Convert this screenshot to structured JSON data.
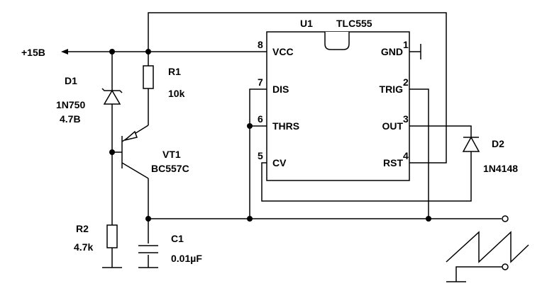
{
  "supply": {
    "label": "+15В"
  },
  "ic": {
    "ref": "U1",
    "part": "TLC555",
    "pins": [
      {
        "num": "8",
        "name": "VCC"
      },
      {
        "num": "7",
        "name": "DIS"
      },
      {
        "num": "6",
        "name": "THRS"
      },
      {
        "num": "5",
        "name": "CV"
      },
      {
        "num": "1",
        "name": "GND"
      },
      {
        "num": "2",
        "name": "TRIG"
      },
      {
        "num": "3",
        "name": "OUT"
      },
      {
        "num": "4",
        "name": "RST"
      }
    ]
  },
  "d1": {
    "ref": "D1",
    "part": "1N750",
    "value": "4.7В"
  },
  "r1": {
    "ref": "R1",
    "value": "10k"
  },
  "vt1": {
    "ref": "VT1",
    "part": "BC557C"
  },
  "r2": {
    "ref": "R2",
    "value": "4.7k"
  },
  "c1": {
    "ref": "C1",
    "value": "0.01µF"
  },
  "d2": {
    "ref": "D2",
    "part": "1N4148"
  }
}
